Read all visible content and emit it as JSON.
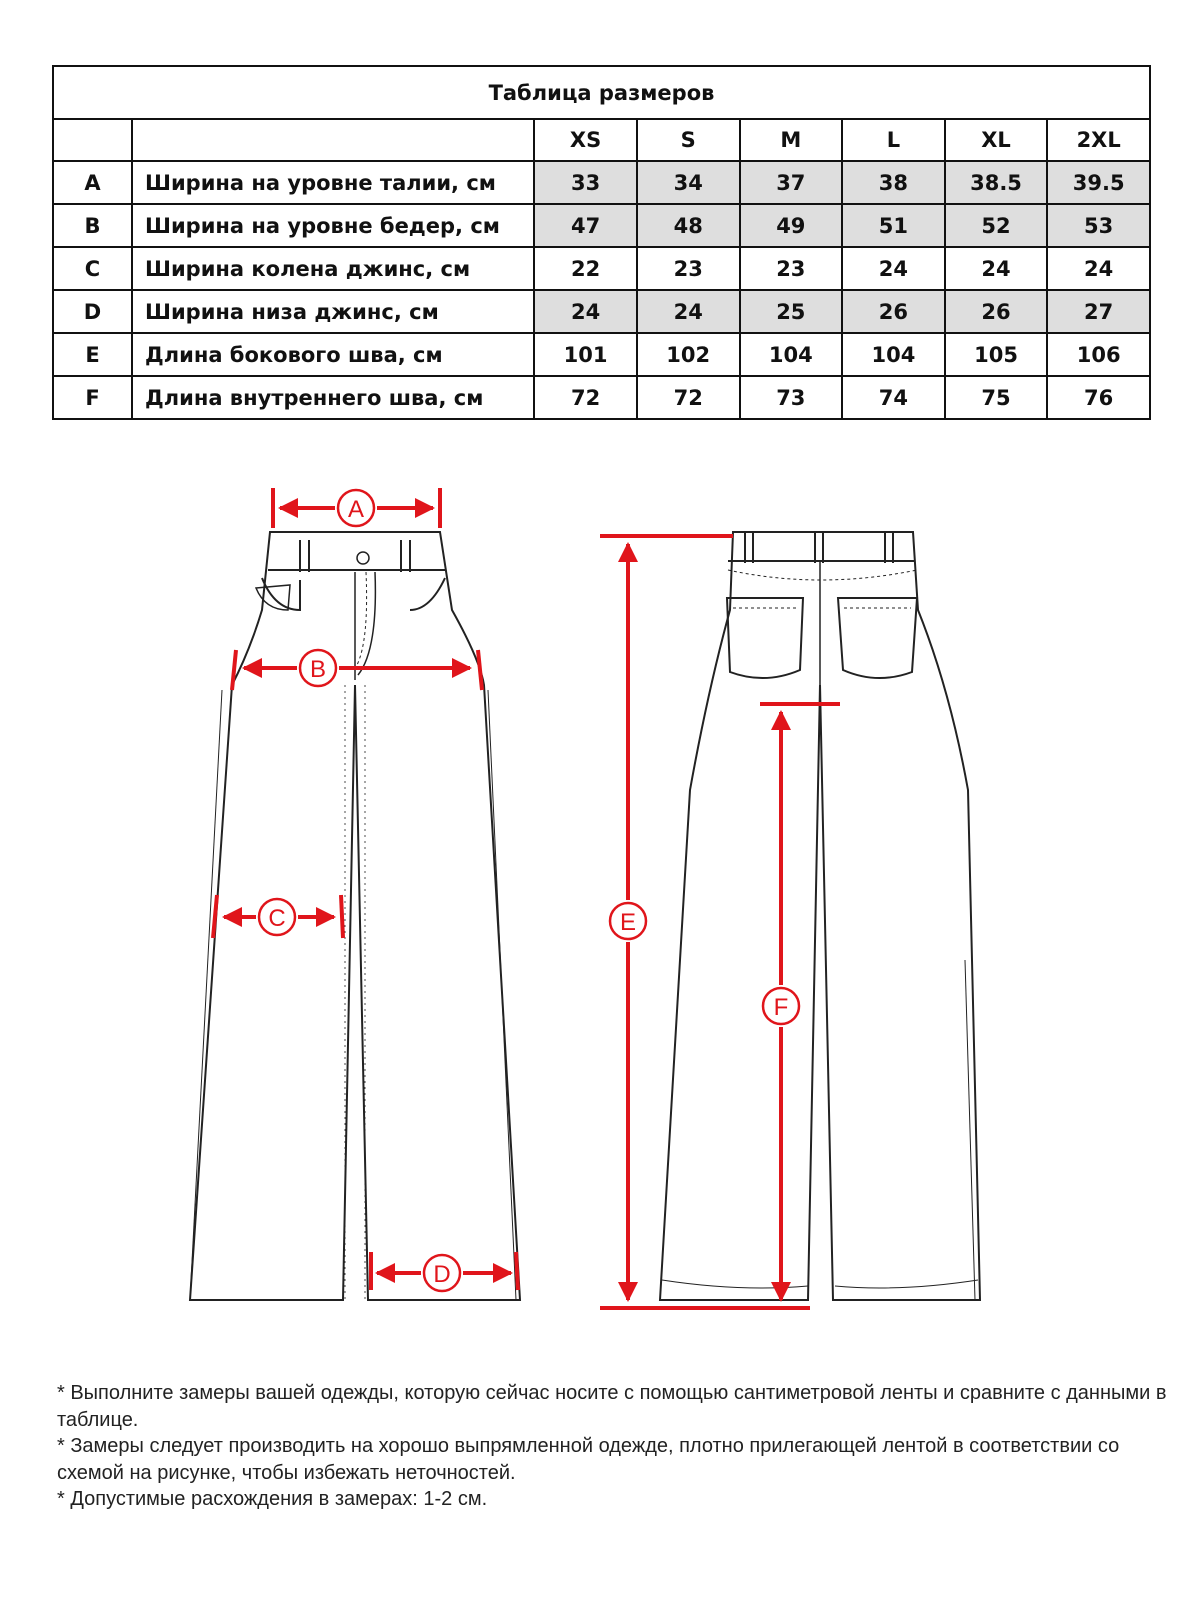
{
  "table": {
    "title": "Таблица размеров",
    "sizes": [
      "XS",
      "S",
      "M",
      "L",
      "XL",
      "2XL"
    ],
    "rows": [
      {
        "code": "A",
        "label": "Ширина на уровне талии, см",
        "values": [
          "33",
          "34",
          "37",
          "38",
          "38.5",
          "39.5"
        ],
        "shaded": true
      },
      {
        "code": "B",
        "label": "Ширина на уровне бедер, см",
        "values": [
          "47",
          "48",
          "49",
          "51",
          "52",
          "53"
        ],
        "shaded": true
      },
      {
        "code": "C",
        "label": "Ширина колена джинс, см",
        "values": [
          "22",
          "23",
          "23",
          "24",
          "24",
          "24"
        ],
        "shaded": false
      },
      {
        "code": "D",
        "label": "Ширина низа джинс, см",
        "values": [
          "24",
          "24",
          "25",
          "26",
          "26",
          "27"
        ],
        "shaded": true
      },
      {
        "code": "E",
        "label": "Длина бокового шва, см",
        "values": [
          "101",
          "102",
          "104",
          "104",
          "105",
          "106"
        ],
        "shaded": false
      },
      {
        "code": "F",
        "label": "Длина внутреннего шва, см",
        "values": [
          "72",
          "72",
          "73",
          "74",
          "75",
          "76"
        ],
        "shaded": false
      }
    ]
  },
  "diagram": {
    "markers": {
      "a": "A",
      "b": "B",
      "c": "C",
      "d": "D",
      "e": "E",
      "f": "F"
    },
    "marker_color": "#e0151b",
    "line_color": "#222222"
  },
  "notes": [
    "* Выполните замеры вашей одежды, которую сейчас носите с помощью сантиметровой ленты и сравните с данными в таблице.",
    "* Замеры следует производить на хорошо выпрямленной одежде, плотно прилегающей лентой в соответствии со схемой на рисунке, чтобы избежать неточностей.",
    "* Допустимые расхождения в замерах: 1-2 см."
  ]
}
